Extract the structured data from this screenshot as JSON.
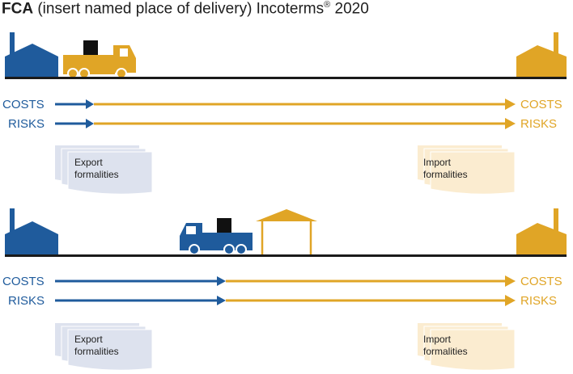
{
  "title": {
    "bold": "FCA",
    "rest": " (insert named place of delivery) Incoterms",
    "reg": "®",
    "year": " 2020"
  },
  "labels": {
    "costs": "COSTS",
    "risks": "RISKS"
  },
  "documents": {
    "export_line1": "Export",
    "export_line2": "formalities",
    "import_line1": "Import",
    "import_line2": "formalities"
  },
  "colors": {
    "seller": "#1f5b9c",
    "buyer": "#e0a526",
    "ground": "#1a1a1a",
    "export_doc": "#dde2ee",
    "import_doc": "#fbecd0"
  },
  "icons": [
    "seller-factory-icon",
    "truck-icon",
    "cargo-box-icon",
    "buyer-factory-icon",
    "carrier-shed-icon"
  ]
}
